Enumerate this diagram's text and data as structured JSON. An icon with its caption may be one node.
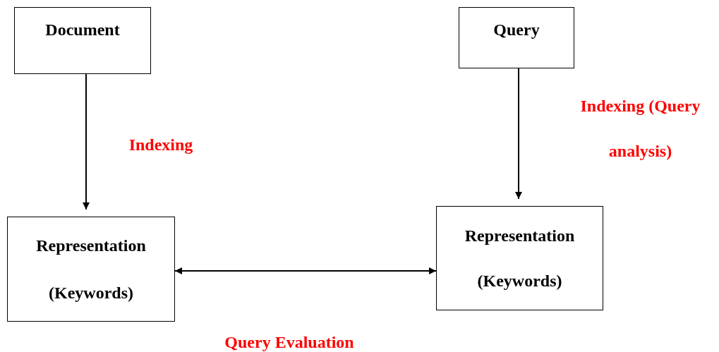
{
  "diagram": {
    "nodes": [
      {
        "text": [
          "Document"
        ]
      },
      {
        "text": [
          "Query"
        ]
      },
      {
        "text": [
          "Representation",
          "(Keywords)"
        ]
      },
      {
        "text": [
          "Representation",
          "(Keywords)"
        ]
      }
    ],
    "edges": [
      {
        "from": 0,
        "to": 2,
        "arrow": "to",
        "label": "Indexing"
      },
      {
        "from": 1,
        "to": 3,
        "arrow": "to",
        "label": "Indexing (Query analysis)"
      },
      {
        "from": 2,
        "to": 3,
        "arrow": "both",
        "label": "Query Evaluation"
      }
    ]
  }
}
